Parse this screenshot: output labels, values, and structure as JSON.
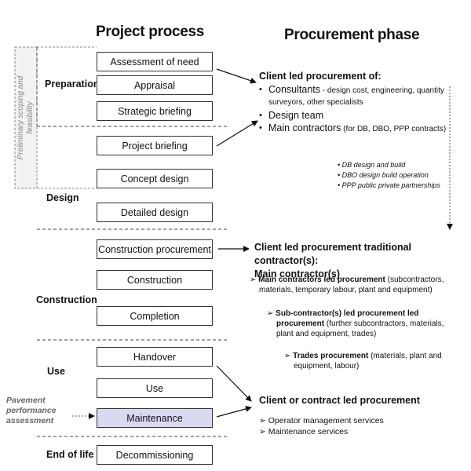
{
  "titles": {
    "project_process": "Project process",
    "procurement_phase": "Procurement phase"
  },
  "side_label": {
    "line1": "Preliminary scoping and",
    "line2": "feasibility"
  },
  "stages": {
    "preparation": "Preparation",
    "design": "Design",
    "construction": "Construction",
    "use": "Use",
    "end_of_life": "End of life"
  },
  "pavement_label": {
    "line1": "Pavement",
    "line2": "performance",
    "line3": "assessment"
  },
  "boxes": {
    "assessment_of_need": "Assessment of need",
    "appraisal": "Appraisal",
    "strategic_briefing": "Strategic briefing",
    "project_briefing": "Project briefing",
    "concept_design": "Concept design",
    "detailed_design": "Detailed design",
    "construction_procurement": "Construction procurement",
    "construction": "Construction",
    "completion": "Completion",
    "handover": "Handover",
    "use": "Use",
    "maintenance": "Maintenance",
    "decommissioning": "Decommissioning"
  },
  "client_led": {
    "heading": "Client led procurement of:",
    "consultants_bold": "Consultants",
    "consultants_detail_1": " - design cost, engineering, quantity",
    "consultants_detail_2": "surveyors, other specialists",
    "design_team": "Design team",
    "main_contractors": "Main contractors",
    "main_contractors_detail": " (for DB, DBO, PPP contracts)",
    "abbr_db": "DB design and build",
    "abbr_dbo": "DBO design build operation",
    "abbr_ppp": "PPP public private partnerships"
  },
  "traditional": {
    "heading_1": "Client led procurement traditional contractor(s):",
    "heading_2": "Main contractor(s)",
    "main_led_bold": "Main contractors led procurement",
    "main_led_detail_1": " (subcontractors,",
    "main_led_detail_2": "materials, temporary labour, plant and equipment)",
    "sub_led_bold_1": "Sub-contractor(s) led procurement led",
    "sub_led_bold_2": "procurement",
    "sub_led_detail_1": " (further subcontractors, materials,",
    "sub_led_detail_2": "plant and equipment, trades)",
    "trades_bold": "Trades procurement",
    "trades_detail_1": "  (materials, plant and",
    "trades_detail_2": "equipment, labour)"
  },
  "client_or_contract": {
    "heading": "Client or contract led procurement",
    "item_1": "Operator management services",
    "item_2": "Maintenance services"
  }
}
